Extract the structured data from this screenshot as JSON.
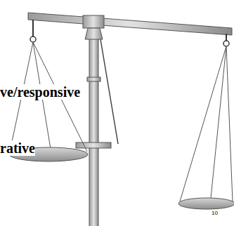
{
  "diagram": {
    "labels": [
      "ve/responsive",
      "rative",
      "10"
    ]
  }
}
